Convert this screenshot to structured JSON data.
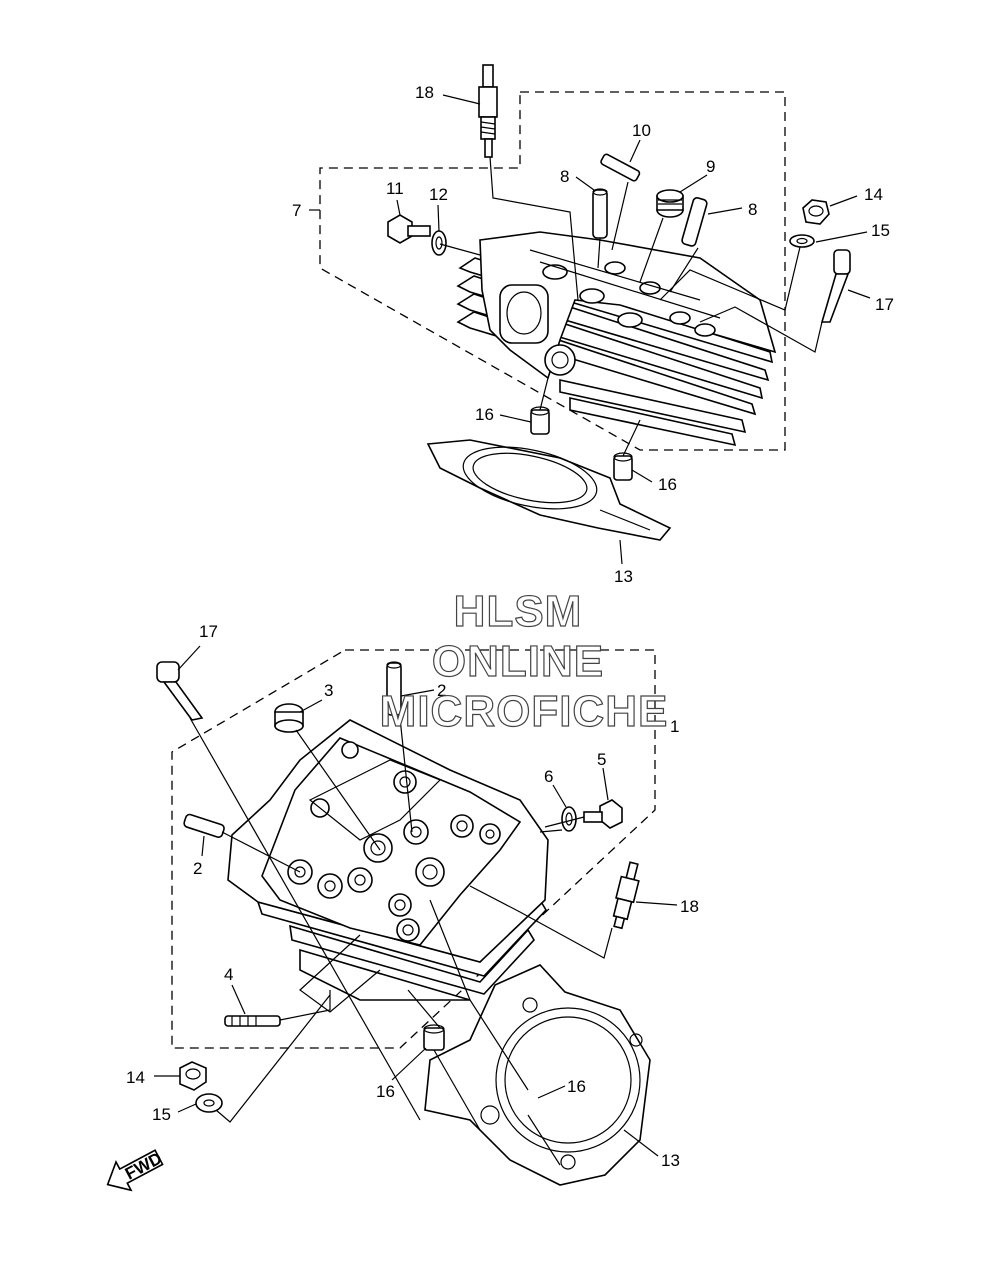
{
  "callouts": {
    "c18a": "18",
    "c10": "10",
    "c9": "9",
    "c8a": "8",
    "c8b": "8",
    "c7": "7",
    "c11": "11",
    "c12": "12",
    "c14a": "14",
    "c15a": "15",
    "c17a": "17",
    "c16a": "16",
    "c16b": "16",
    "c13a": "13",
    "c17b": "17",
    "c2a": "2",
    "c1": "1",
    "c3": "3",
    "c2b": "2",
    "c6": "6",
    "c5": "5",
    "c18b": "18",
    "c4": "4",
    "c14b": "14",
    "c15b": "15",
    "c16c": "16",
    "c16d": "16",
    "c13b": "13"
  },
  "watermark": {
    "line1": "HLSM",
    "line2": "ONLINE",
    "line3": "MICROFICHE"
  },
  "fwd_label": "FWD"
}
